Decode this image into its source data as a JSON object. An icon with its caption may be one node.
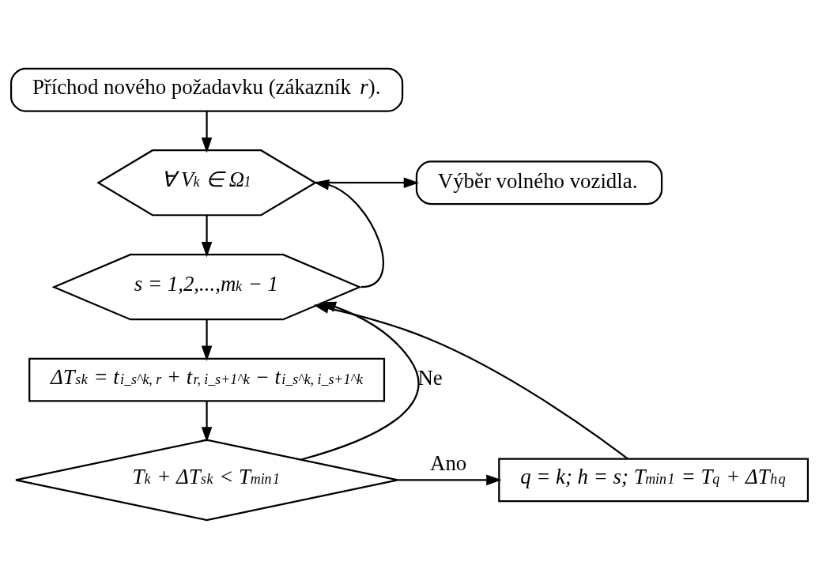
{
  "diagram": {
    "nodes": [
      {
        "text": [
          "Příchod nového požadavku (zákazník *r*)."
        ]
      },
      {
        "text": [
          "∀ V$_{k}$ ∈ Ω$_{1}$"
        ]
      },
      {
        "text": [
          "Výběr volného vozidla."
        ]
      },
      {
        "text": [
          "s = 1,2,...,m$_{k}$ − 1"
        ]
      },
      {
        "text": [
          "ΔT$_{s}$$^{k}$ = t$_{i_s^k, r}$ + t$_{r, i_s+1^k}$ − t$_{i_s^k, i_s+1^k}$"
        ]
      },
      {
        "text": [
          "T$^{k}$ + ΔT$_{s}$$^{k}$ < T$_{min}$$^{1}$"
        ]
      },
      {
        "text": [
          "q = k; h = s; T$_{min}$$^{1}$ = T$^{q}$ + ΔT$_{h}$$^{q}$"
        ]
      }
    ],
    "edges": [
      {
        "from": 0,
        "to": 1,
        "arrow": "to"
      },
      {
        "from": 1,
        "to": 2,
        "arrow": "to"
      },
      {
        "from": 1,
        "to": 3,
        "arrow": "to"
      },
      {
        "from": 3,
        "to": 4,
        "arrow": "to"
      },
      {
        "from": 4,
        "to": 5,
        "arrow": "to"
      },
      {
        "from": 5,
        "to": 6,
        "arrow": "to",
        "label": "Ano"
      },
      {
        "from": 5,
        "to": 3,
        "arrow": "to",
        "label": "Ne"
      },
      {
        "from": 6,
        "to": 3,
        "arrow": "to"
      },
      {
        "from": 3,
        "to": 1,
        "arrow": "to"
      }
    ]
  }
}
